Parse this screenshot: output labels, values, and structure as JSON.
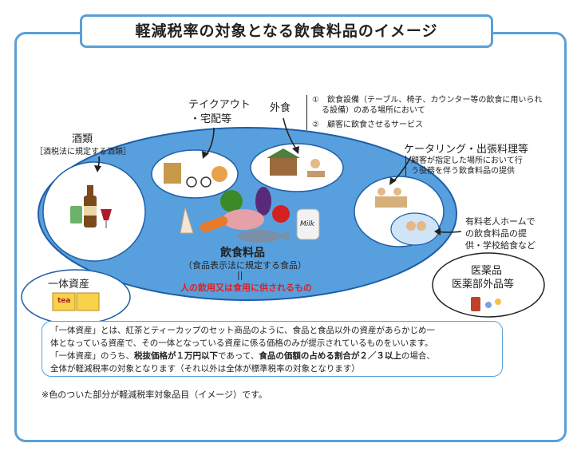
{
  "title": "軽減税率の対象となる飲食料品のイメージ",
  "takeout": {
    "line1": "テイクアウト",
    "line2": "・宅配等"
  },
  "dining": {
    "label": "外食",
    "item1": "①　飲食設備（テーブル、椅子、カウンター等の飲食に用いられ",
    "item1b": "る設備）のある場所において",
    "item2": "②　顧客に飲食させるサービス"
  },
  "alcohol": {
    "label": "酒類",
    "sub": "［酒税法に規定する酒類］"
  },
  "catering": {
    "label": "ケータリング・出張料理等",
    "desc1": "顧客が指定した場所において行",
    "desc2": "う役務を伴う飲食料品の提供"
  },
  "nursing": {
    "line1": "有料老人ホームで",
    "line2": "の飲食料品の提",
    "line3": "供・学校給食など"
  },
  "food": {
    "label": "飲食料品",
    "sub": "（食品表示法に規定する食品）",
    "eq": "||",
    "red": "人の飲用又は食用に供されるもの"
  },
  "medicine": {
    "line1": "医薬品",
    "line2": "医薬部外品等"
  },
  "bundle": {
    "label": "一体資産",
    "tea_text": "tea"
  },
  "milk_text": "Milk",
  "note": {
    "line1": "「一体資産」とは、紅茶とティーカップのセット商品のように、食品と食品以外の資産があらかじめ一",
    "line2": "体となっている資産で、その一体となっている資産に係る価格のみが提示されているものをいいます。",
    "line3a": "「一体資産」のうち、",
    "line3b": "税抜価格が１万円以下",
    "line3c": "であって、",
    "line3d": "食品の価額の占める割合が２／３以上",
    "line3e": "の場合、",
    "line4": "全体が軽減税率の対象となります（それ以外は全体が標準税率の対象となります）"
  },
  "footnote": "※色のついた部分が軽減税率対象品目（イメージ）です。",
  "colors": {
    "accent": "#5aa0d8",
    "ellipse": "#4f8fd0",
    "red": "#e02020"
  }
}
